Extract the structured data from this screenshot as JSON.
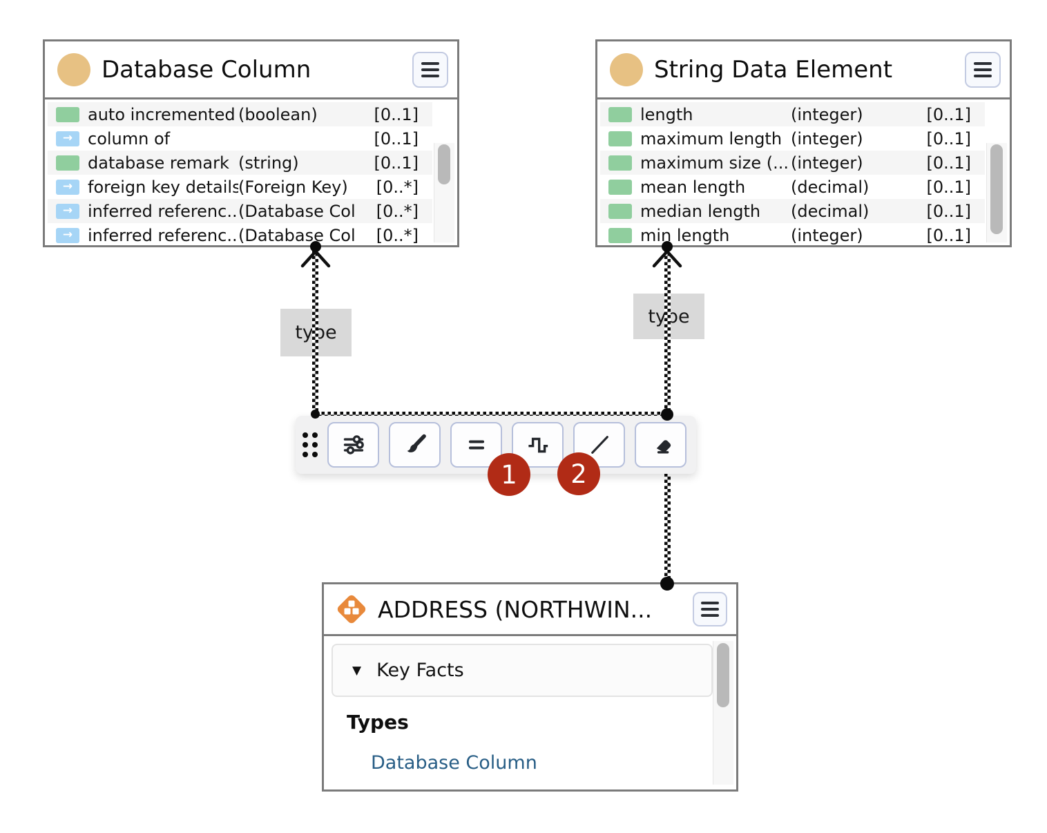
{
  "colors": {
    "node_border_gray": "#7b7b7b",
    "class_icon_tan": "#e7c183",
    "dataset_icon_orange": "#e8893b",
    "attribute_icon_green": "#90ce9e",
    "reference_icon_blue": "#a6d5f6",
    "edge_label_bg": "#d9d9d9",
    "toolbar_button_border": "#b6bfdb",
    "badge_red": "#b12b16",
    "link_blue": "#275d85"
  },
  "nodes": {
    "database_column": {
      "title": "Database Column",
      "icon": "class-circle-icon",
      "rows": [
        {
          "icon": "attribute-icon",
          "name": "auto incremented",
          "type": "(boolean)",
          "card": "[0..1]"
        },
        {
          "icon": "reference-arrow-icon",
          "name": "column of",
          "type": "",
          "card": "[0..1]"
        },
        {
          "icon": "attribute-icon",
          "name": "database remark",
          "type": "(string)",
          "card": "[0..1]"
        },
        {
          "icon": "reference-arrow-icon",
          "name": "foreign key details",
          "type": "(Foreign Key)",
          "card": "[0..*]"
        },
        {
          "icon": "reference-arrow-icon",
          "name": "inferred referenc...",
          "type": "(Database Colu...",
          "card": "[0..*]"
        },
        {
          "icon": "reference-arrow-icon",
          "name": "inferred referenc...",
          "type": "(Database Colu...",
          "card": "[0..*]"
        }
      ]
    },
    "string_data_element": {
      "title": "String Data Element",
      "icon": "class-circle-icon",
      "rows": [
        {
          "icon": "attribute-icon",
          "name": "length",
          "type": "(integer)",
          "card": "[0..1]"
        },
        {
          "icon": "attribute-icon",
          "name": "maximum length",
          "type": "(integer)",
          "card": "[0..1]"
        },
        {
          "icon": "attribute-icon",
          "name": "maximum size (...",
          "type": "(integer)",
          "card": "[0..1]"
        },
        {
          "icon": "attribute-icon",
          "name": "mean length",
          "type": "(decimal)",
          "card": "[0..1]"
        },
        {
          "icon": "attribute-icon",
          "name": "median length",
          "type": "(decimal)",
          "card": "[0..1]"
        },
        {
          "icon": "attribute-icon",
          "name": "min length",
          "type": "(integer)",
          "card": "[0..1]"
        }
      ]
    },
    "address": {
      "title": "ADDRESS (NORTHWIN...",
      "icon": "dataset-diamond-icon",
      "key_facts_label": "Key Facts",
      "types_heading": "Types",
      "type_link": "Database Column"
    }
  },
  "edges": {
    "label_left": "type",
    "label_right": "type"
  },
  "toolbar": {
    "buttons": [
      "sliders-icon",
      "paintbrush-icon",
      "equals-icon",
      "step-line-icon",
      "diagonal-line-icon",
      "eraser-icon"
    ]
  },
  "badges": {
    "one": "1",
    "two": "2"
  }
}
